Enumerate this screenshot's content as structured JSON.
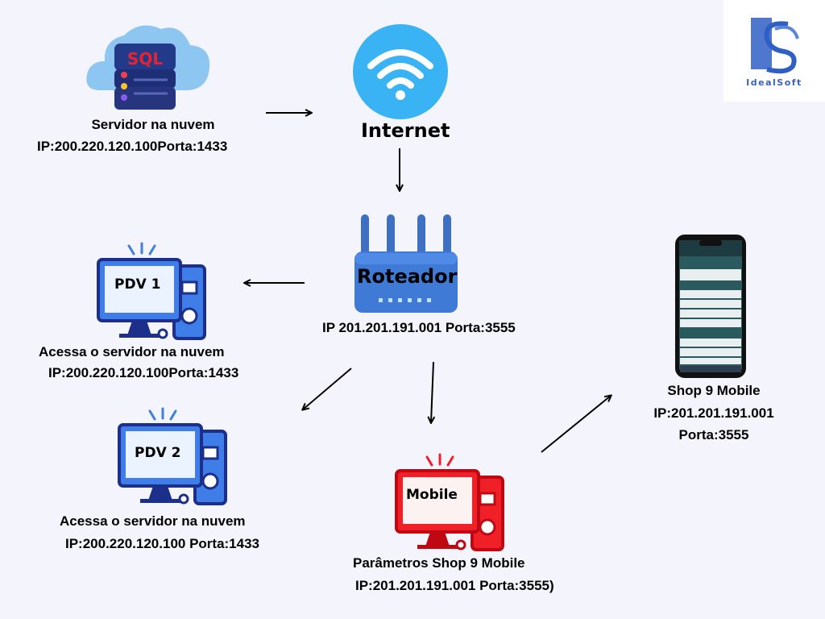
{
  "server": {
    "badge": "SQL",
    "title": "Servidor na nuvem",
    "address": "IP:200.220.120.100Porta:1433"
  },
  "internet": {
    "label": "Internet"
  },
  "router": {
    "label": "Roteador",
    "address": "IP 201.201.191.001 Porta:3555"
  },
  "pdv1": {
    "screen": "PDV 1",
    "title": "Acessa o servidor na nuvem",
    "address": "IP:200.220.120.100Porta:1433"
  },
  "pdv2": {
    "screen": "PDV 2",
    "title": "Acessa o servidor na nuvem",
    "address": "IP:200.220.120.100 Porta:1433"
  },
  "mobile": {
    "screen": "Mobile",
    "title": "Parâmetros Shop 9 Mobile",
    "address": "IP:201.201.191.001 Porta:3555)"
  },
  "phone": {
    "line1": "Shop 9 Mobile",
    "line2": "IP:201.201.191.001",
    "line3": "Porta:3555"
  },
  "logo": {
    "text": "IdealSoft"
  },
  "colors": {
    "blue": "#3f7ee8",
    "dark_blue": "#1c2f8a",
    "red": "#f02028",
    "wifi": "#3ab3f5",
    "cloud": "#8ec6f2"
  }
}
